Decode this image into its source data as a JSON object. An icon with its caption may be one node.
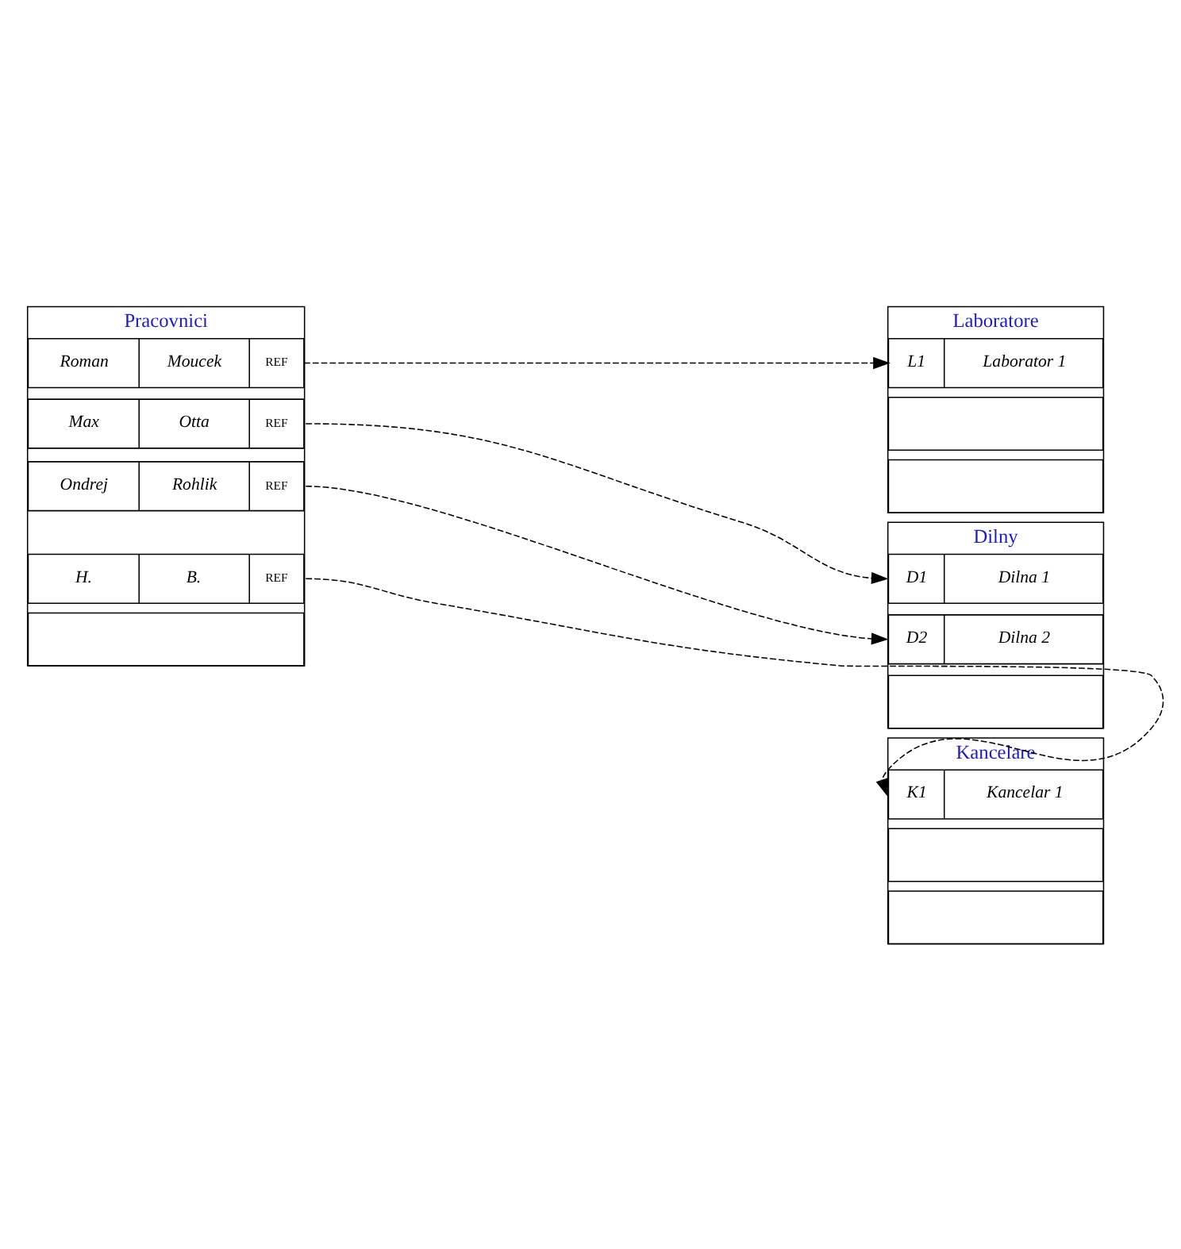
{
  "diagram": {
    "nodes": [
      {
        "text": [
          "Pracovnici"
        ]
      },
      {
        "text": [
          "Roman",
          "Moucek",
          "REF"
        ],
        "in": 0
      },
      {
        "text": [
          "Max",
          "Otta",
          "REF"
        ],
        "in": 0
      },
      {
        "text": [
          "Ondrej",
          "Rohlik",
          "REF"
        ],
        "in": 0
      },
      {
        "text": [
          "H.",
          "B.",
          "REF"
        ],
        "in": 0
      },
      {
        "text": [],
        "shape": "box",
        "in": 0
      },
      {
        "text": [
          "Laboratore"
        ]
      },
      {
        "text": [
          "L1",
          "Laborator 1"
        ],
        "in": 6
      },
      {
        "text": [],
        "shape": "box",
        "in": 6
      },
      {
        "text": [],
        "shape": "box",
        "in": 6
      },
      {
        "text": [
          "Dilny"
        ]
      },
      {
        "text": [
          "D1",
          "Dilna 1"
        ],
        "in": 10
      },
      {
        "text": [
          "D2",
          "Dilna 2"
        ],
        "in": 10
      },
      {
        "text": [],
        "shape": "box",
        "in": 10
      },
      {
        "text": [
          "Kancelare"
        ]
      },
      {
        "text": [
          "K1",
          "Kancelar 1"
        ],
        "in": 14
      },
      {
        "text": [],
        "shape": "box",
        "in": 14
      },
      {
        "text": [],
        "shape": "box",
        "in": 14
      }
    ],
    "edges": [
      {
        "from": 1,
        "to": 7,
        "arrow": "to",
        "style": "dashed"
      },
      {
        "from": 2,
        "to": 11,
        "arrow": "to",
        "style": "dashed"
      },
      {
        "from": 3,
        "to": 12,
        "arrow": "to",
        "style": "dashed"
      },
      {
        "from": 4,
        "to": 15,
        "arrow": "to",
        "style": "dashed"
      }
    ]
  }
}
